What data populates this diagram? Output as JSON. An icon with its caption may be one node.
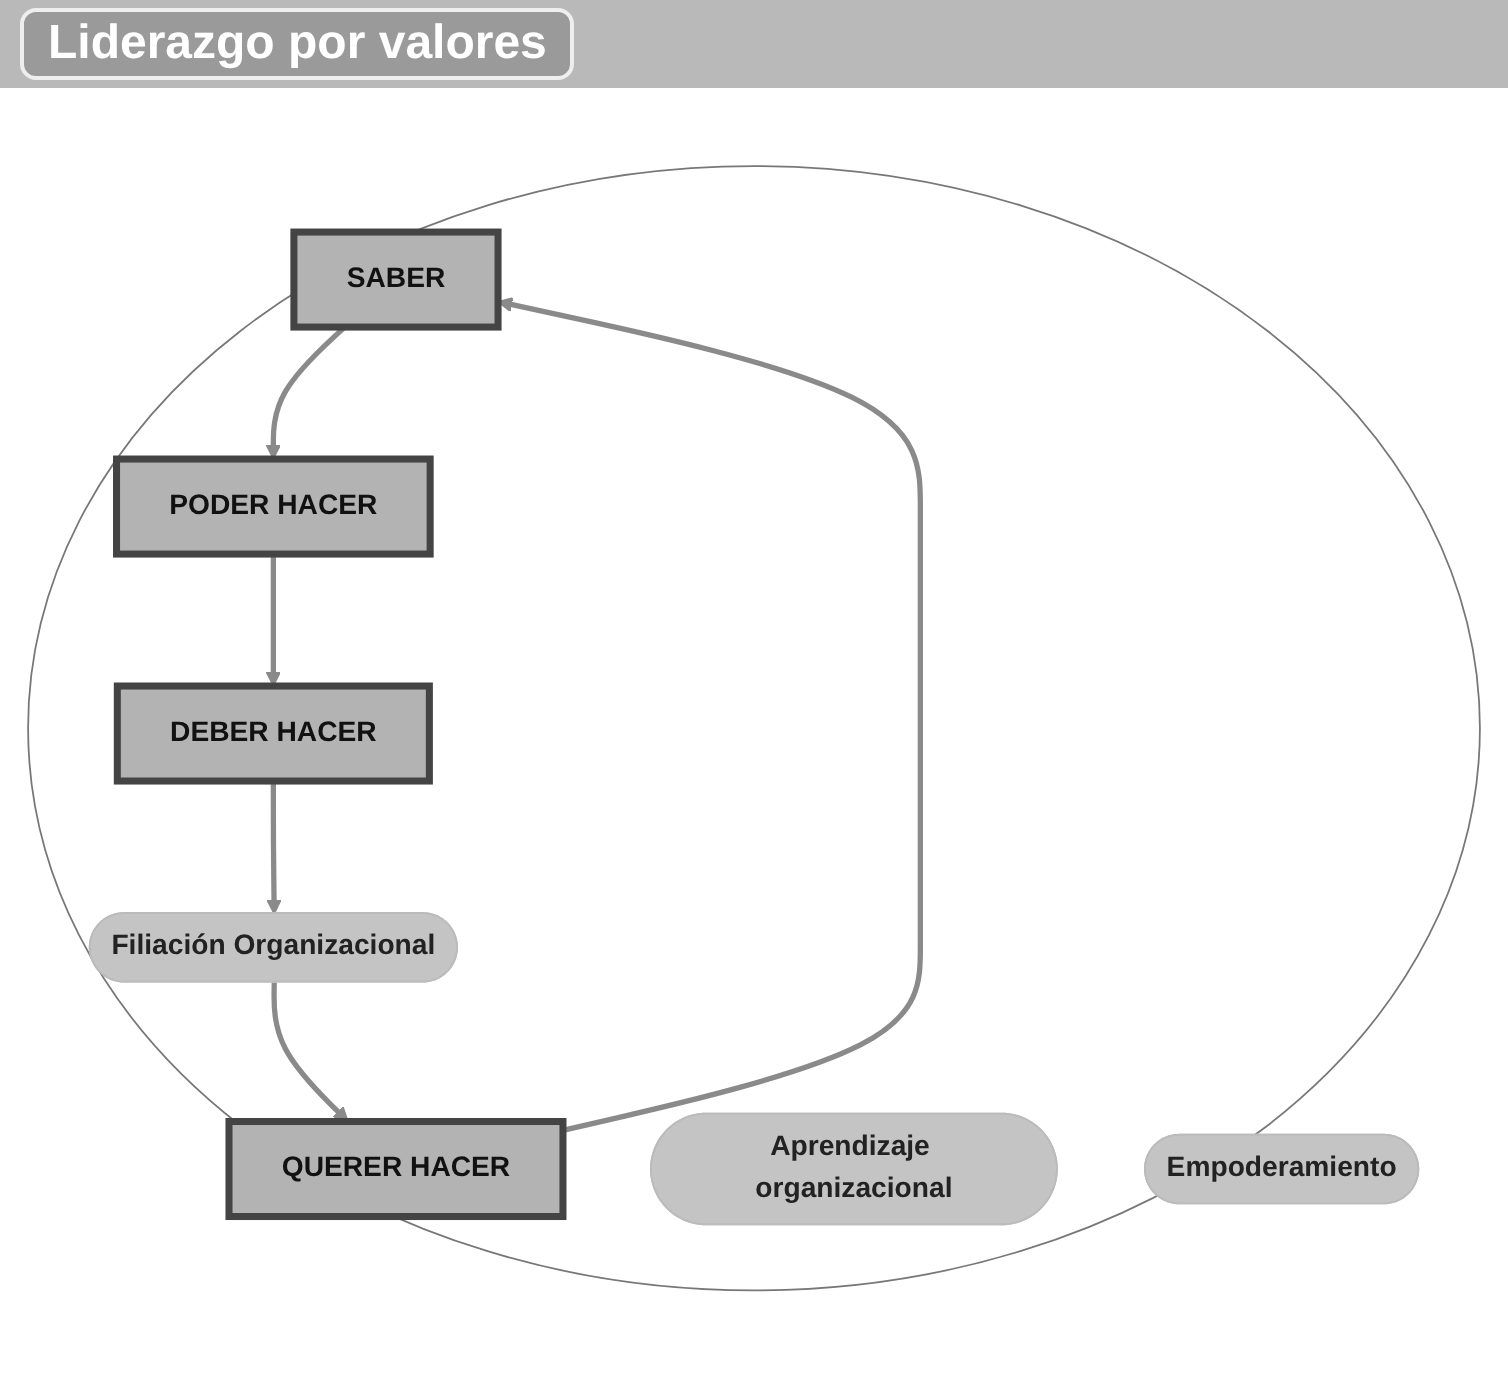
{
  "diagram": {
    "title": "Liderazgo por valores",
    "nodes": [
      {
        "text": [],
        "shape": "circle"
      },
      {
        "text": [
          "SABER"
        ],
        "in": 0
      },
      {
        "text": [
          "PODER HACER"
        ],
        "in": 0
      },
      {
        "text": [
          "Aprendizaje organizacional"
        ],
        "in": 0
      },
      {
        "text": [
          "Empoderamiento"
        ],
        "in": 0
      },
      {
        "text": [
          "QUERER HACER"
        ],
        "in": 0
      },
      {
        "text": [
          "Filiación Organizacional"
        ],
        "in": 0
      },
      {
        "text": [
          "DEBER HACER"
        ],
        "in": 0
      }
    ],
    "edges": [
      {
        "from": 1,
        "to": 2,
        "arrow": "to"
      },
      {
        "from": 2,
        "to": 7,
        "arrow": "to"
      },
      {
        "from": 7,
        "to": 6,
        "arrow": "to"
      },
      {
        "from": 6,
        "to": 5,
        "arrow": "to"
      },
      {
        "from": 5,
        "to": 1,
        "arrow": "to"
      }
    ]
  }
}
